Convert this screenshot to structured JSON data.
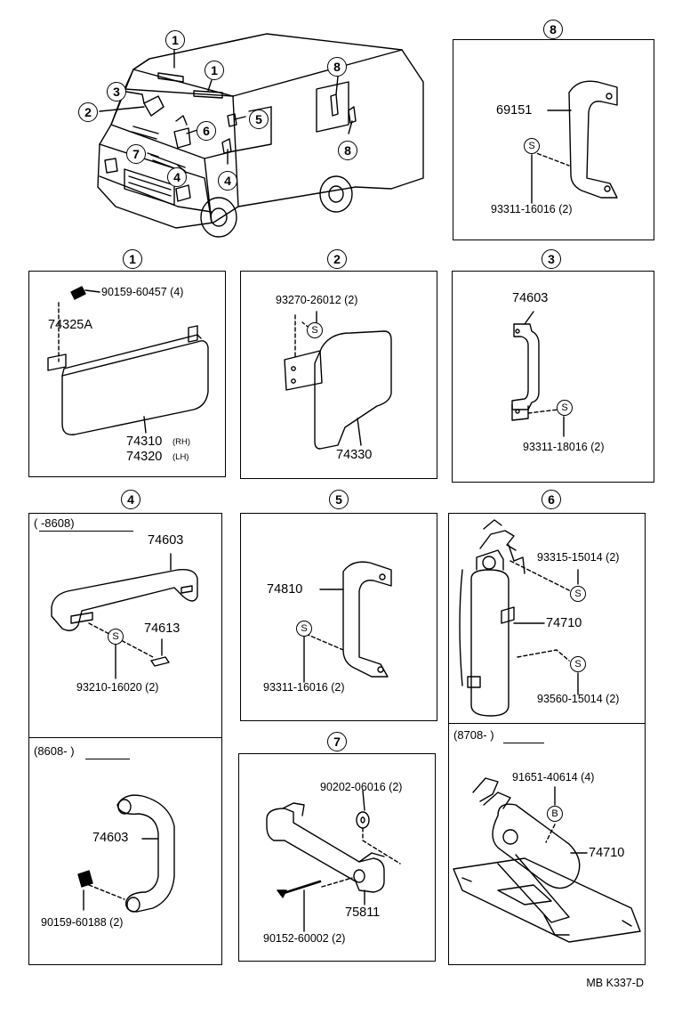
{
  "callouts": [
    "1",
    "2",
    "3",
    "4",
    "5",
    "6",
    "7",
    "8"
  ],
  "car_view": {
    "callouts": [
      "1",
      "1",
      "3",
      "2",
      "6",
      "5",
      "7",
      "4",
      "4",
      "8",
      "8"
    ]
  },
  "panel_8": {
    "title": "8",
    "part": "69151",
    "bolt": "93311-16016 (2)",
    "bolt_symbol": "S"
  },
  "panel_1": {
    "title": "1",
    "screw": "90159-60457 (4)",
    "clip": "74325A",
    "visor_rh": "74310",
    "rh": "(RH)",
    "visor_lh": "74320",
    "lh": "(LH)"
  },
  "panel_2": {
    "title": "2",
    "bolt": "93270-26012 (2)",
    "bolt_symbol": "S",
    "part": "74330"
  },
  "panel_3": {
    "title": "3",
    "part": "74603",
    "bolt": "93311-18016 (2)",
    "bolt_symbol": "S"
  },
  "panel_4": {
    "title": "4",
    "range_a": "(        -8608)",
    "part_a": "74603",
    "cap": "74613",
    "bolt": "93210-16020 (2)",
    "bolt_symbol": "S",
    "range_b": "(8608-         )",
    "part_b": "74603",
    "screw": "90159-60188 (2)"
  },
  "panel_5": {
    "title": "5",
    "part": "74810",
    "bolt": "93311-16016 (2)",
    "bolt_symbol": "S"
  },
  "panel_6": {
    "title": "6",
    "bolt_a": "93315-15014 (2)",
    "part": "74710",
    "bolt_b": "93560-15014 (2)",
    "bolt_symbol": "S",
    "range_b": "(8708-         )",
    "bolt_c": "91651-40614 (4)",
    "bolt_c_symbol": "B",
    "part_b": "74710"
  },
  "panel_7": {
    "title": "7",
    "washer": "90202-06016 (2)",
    "part": "75811",
    "screw": "90152-60002 (2)"
  },
  "ref": "MB K337-D"
}
